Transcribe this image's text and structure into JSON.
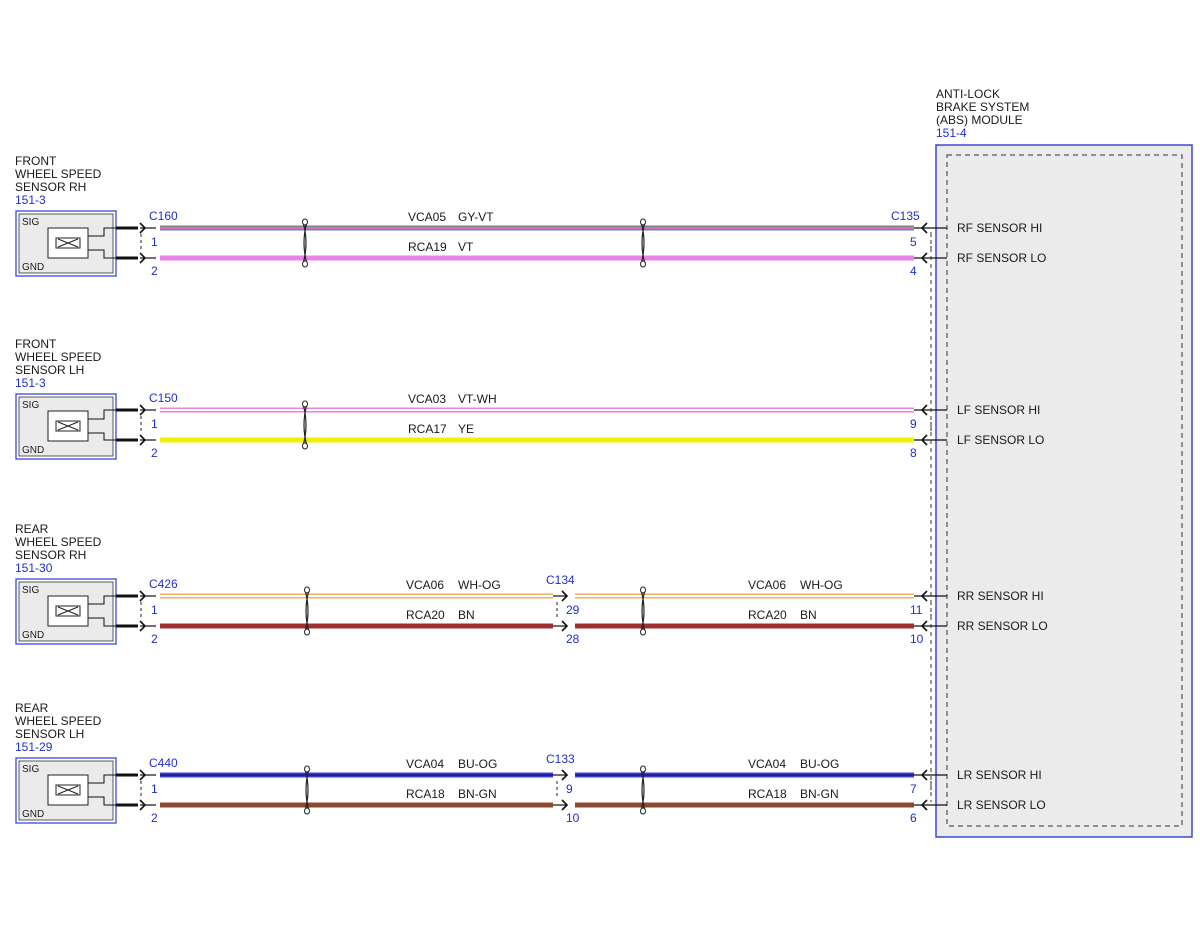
{
  "abs_module": {
    "title_lines": [
      "ANTI-LOCK",
      "BRAKE SYSTEM",
      "(ABS) MODULE"
    ],
    "ref": "151-4"
  },
  "sensors": [
    {
      "name_lines": [
        "FRONT",
        "WHEEL SPEED",
        "SENSOR RH"
      ],
      "ref": "151-3",
      "sig": "SIG",
      "gnd": "GND",
      "connector": "C160",
      "pin_hi": "1",
      "pin_lo": "2",
      "far_connector": "C135",
      "inline": null,
      "wires": [
        {
          "circuit": "VCA05",
          "color_code": "GY-VT",
          "fill": "#d070d0",
          "edge": "#808080",
          "abs_pin": "5",
          "abs_label": "RF SENSOR HI",
          "inline_in": "",
          "inline_out": ""
        },
        {
          "circuit": "RCA19",
          "color_code": "VT",
          "fill": "#e884e8",
          "edge": "#e884e8",
          "abs_pin": "4",
          "abs_label": "RF SENSOR LO",
          "inline_in": "",
          "inline_out": ""
        }
      ]
    },
    {
      "name_lines": [
        "FRONT",
        "WHEEL SPEED",
        "SENSOR LH"
      ],
      "ref": "151-3",
      "sig": "SIG",
      "gnd": "GND",
      "connector": "C150",
      "pin_hi": "1",
      "pin_lo": "2",
      "far_connector": "",
      "inline": null,
      "wires": [
        {
          "circuit": "VCA03",
          "color_code": "VT-WH",
          "fill": "#ffffff",
          "edge": "#e884e8",
          "abs_pin": "9",
          "abs_label": "LF SENSOR HI",
          "inline_in": "",
          "inline_out": ""
        },
        {
          "circuit": "RCA17",
          "color_code": "YE",
          "fill": "#f0f000",
          "edge": "#f0f000",
          "abs_pin": "8",
          "abs_label": "LF SENSOR LO",
          "inline_in": "",
          "inline_out": ""
        }
      ]
    },
    {
      "name_lines": [
        "REAR",
        "WHEEL SPEED",
        "SENSOR RH"
      ],
      "ref": "151-30",
      "sig": "SIG",
      "gnd": "GND",
      "connector": "C426",
      "pin_hi": "1",
      "pin_lo": "2",
      "far_connector": "",
      "inline": "C134",
      "wires": [
        {
          "circuit": "VCA06",
          "color_code": "WH-OG",
          "fill": "#ffffff",
          "edge": "#f0b060",
          "abs_pin": "11",
          "abs_label": "RR SENSOR HI",
          "inline_in": "29",
          "inline_out": ""
        },
        {
          "circuit": "RCA20",
          "color_code": "BN",
          "fill": "#a03030",
          "edge": "#a03030",
          "abs_pin": "10",
          "abs_label": "RR SENSOR LO",
          "inline_in": "28",
          "inline_out": ""
        }
      ]
    },
    {
      "name_lines": [
        "REAR",
        "WHEEL SPEED",
        "SENSOR LH"
      ],
      "ref": "151-29",
      "sig": "SIG",
      "gnd": "GND",
      "connector": "C440",
      "pin_hi": "1",
      "pin_lo": "2",
      "far_connector": "",
      "inline": "C133",
      "wires": [
        {
          "circuit": "VCA04",
          "color_code": "BU-OG",
          "fill": "#2020a0",
          "edge": "#4040d0",
          "abs_pin": "7",
          "abs_label": "LR SENSOR HI",
          "inline_in": "9",
          "inline_out": ""
        },
        {
          "circuit": "RCA18",
          "color_code": "BN-GN",
          "fill": "#8a4a30",
          "edge": "#8a4a30",
          "abs_pin": "6",
          "abs_label": "LR SENSOR LO",
          "inline_in": "10",
          "inline_out": ""
        }
      ]
    }
  ]
}
